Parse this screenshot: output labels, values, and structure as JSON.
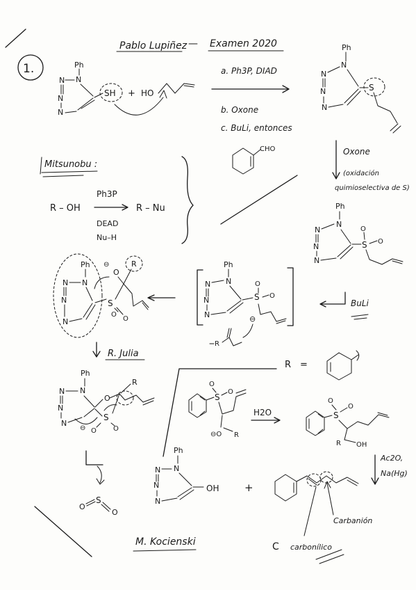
{
  "header": {
    "author": "Pablo Lupiñez",
    "dash": "—",
    "exam": "Examen 2020",
    "problem_number": "1."
  },
  "reagents": {
    "a": "a. Ph3P, DIAD",
    "b": "b. Oxone",
    "c": "c. BuLi, entonces",
    "cho": "CHO",
    "oxone": "Oxone",
    "oxone_note_1": "(oxidación",
    "oxone_note_2": "quimioselectiva de S)",
    "buli": "BuLi",
    "h2o": "H2O",
    "ac2o": "Ac2O,",
    "na_hg": "Na(Hg)"
  },
  "start": {
    "ph": "Ph",
    "n1": "N",
    "n2": "N",
    "n3": "N",
    "n4": "N",
    "sh": "SH",
    "plus": "+",
    "ho": "HO"
  },
  "product1": {
    "ph": "Ph",
    "n1": "N",
    "n2": "N",
    "n3": "N",
    "n4": "N",
    "s": "S"
  },
  "sulfone": {
    "ph": "Ph",
    "n1": "N",
    "n2": "N",
    "n3": "N",
    "n4": "N",
    "s": "S",
    "o1": "O",
    "o2": "O"
  },
  "mitsunobu": {
    "title": "Mitsunobu :",
    "roh": "R – OH",
    "ph3p": "Ph3P",
    "rnu": "R – Nu",
    "dead": "DEAD",
    "nuh": "Nu–H"
  },
  "anion": {
    "ph": "Ph",
    "n1": "N",
    "n2": "N",
    "n3": "N",
    "n4": "N",
    "s": "S",
    "o1": "O",
    "o2": "O",
    "minus": "⊖",
    "aldehyde_r": "R"
  },
  "alkoxide": {
    "ph": "Ph",
    "n1": "N",
    "n2": "N",
    "n3": "N",
    "n4": "N",
    "o": "O",
    "minus": "⊖",
    "r": "R",
    "s": "S",
    "o1": "O",
    "o2": "O"
  },
  "smiles_note": {
    "label": "R. Julia"
  },
  "r_def": {
    "r": "R",
    "eq": "="
  },
  "spiro": {
    "ph": "Ph",
    "n1": "N",
    "n2": "N",
    "n3": "N",
    "n4": "N",
    "o": "O",
    "r": "R",
    "s": "S",
    "o1": "O",
    "o2": "O",
    "minus": "⊖"
  },
  "side": {
    "s": "S",
    "o1": "O",
    "o2": "O",
    "alk_o": "⊖O",
    "r": "R",
    "prod_s": "S",
    "prod_o1": "O",
    "prod_o2": "O",
    "prod_r": "R",
    "oh": "OH"
  },
  "products": {
    "ph": "Ph",
    "n1": "N",
    "n2": "N",
    "n3": "N",
    "n4": "N",
    "oh": "OH",
    "plus": "+",
    "so2_o1": "O",
    "so2_s": "S",
    "so2_o2": "O",
    "carbanion": "Carbanión",
    "c_label": "C",
    "carbonilico": "carbonílico",
    "author_reaction": "M. Kocienski"
  }
}
